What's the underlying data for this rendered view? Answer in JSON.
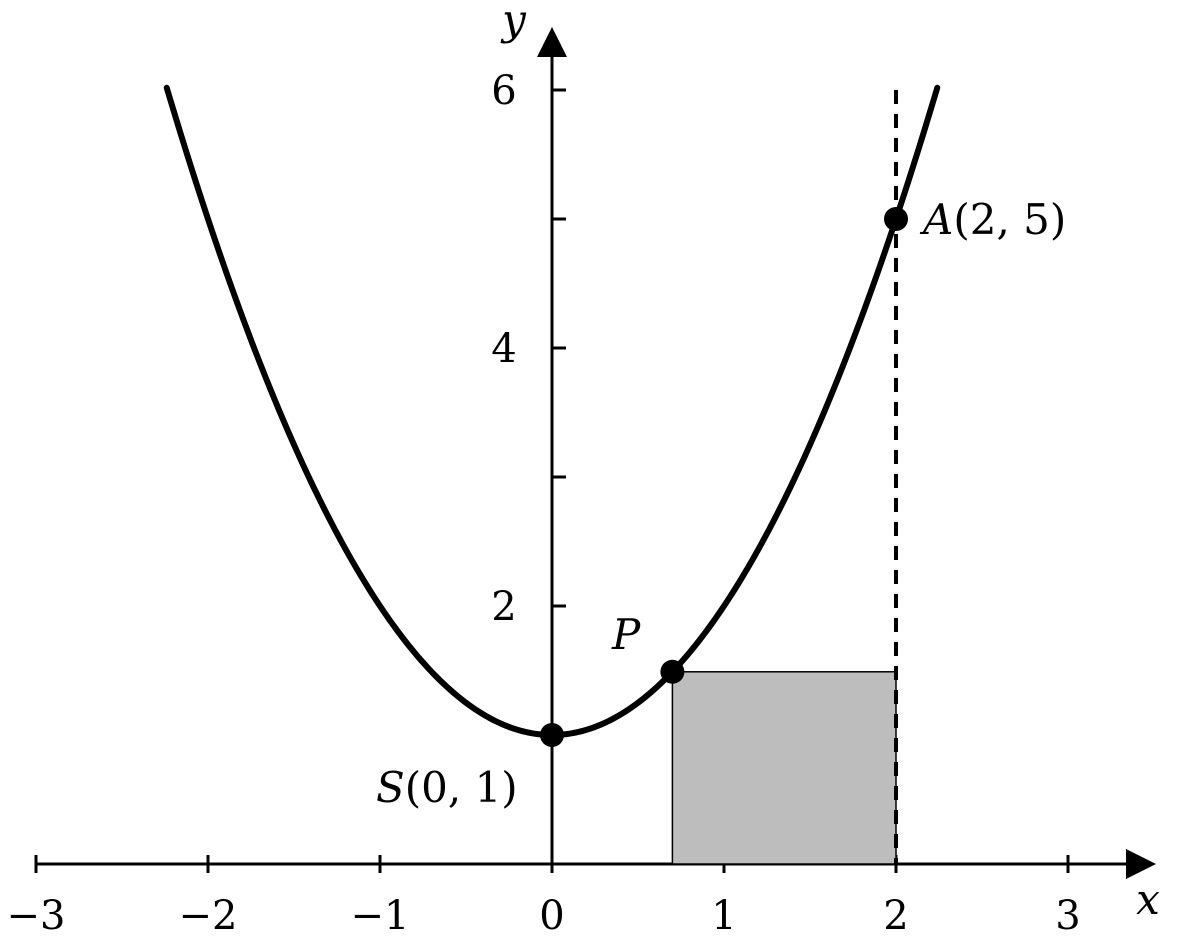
{
  "chart_data": {
    "type": "line",
    "xlabel": "x",
    "ylabel": "y",
    "xlim": [
      -3,
      3.5
    ],
    "ylim": [
      0,
      6.6
    ],
    "x_ticks": [
      -3,
      -2,
      -1,
      0,
      1,
      2,
      3
    ],
    "x_tick_labels": [
      "−3",
      "−2",
      "−1",
      "0",
      "1",
      "2",
      "3"
    ],
    "y_ticks": [
      1,
      2,
      3,
      4,
      5,
      6
    ],
    "y_tick_labels": [
      "",
      "2",
      "",
      "4",
      "",
      "6"
    ],
    "series": [
      {
        "function": "y = x^2 + 1",
        "x_range": [
          -2.24,
          2.24
        ],
        "color": "#000000"
      }
    ],
    "vertical_line": {
      "x": 2,
      "style": "dashed"
    },
    "points": [
      {
        "id": "S",
        "name": "S",
        "coords_text": "(0, 1)",
        "x": 0,
        "y": 1
      },
      {
        "id": "A",
        "name": "A",
        "coords_text": "(2, 5)",
        "x": 2,
        "y": 5
      },
      {
        "id": "P",
        "name": "P",
        "coords_text": "",
        "x": 0.7,
        "y": 1.49
      }
    ],
    "rectangle": {
      "x_from": 0.7,
      "x_to": 2,
      "y_from": 0,
      "y_to": 1.49,
      "fill": "#bdbdbd"
    },
    "grid": false
  }
}
